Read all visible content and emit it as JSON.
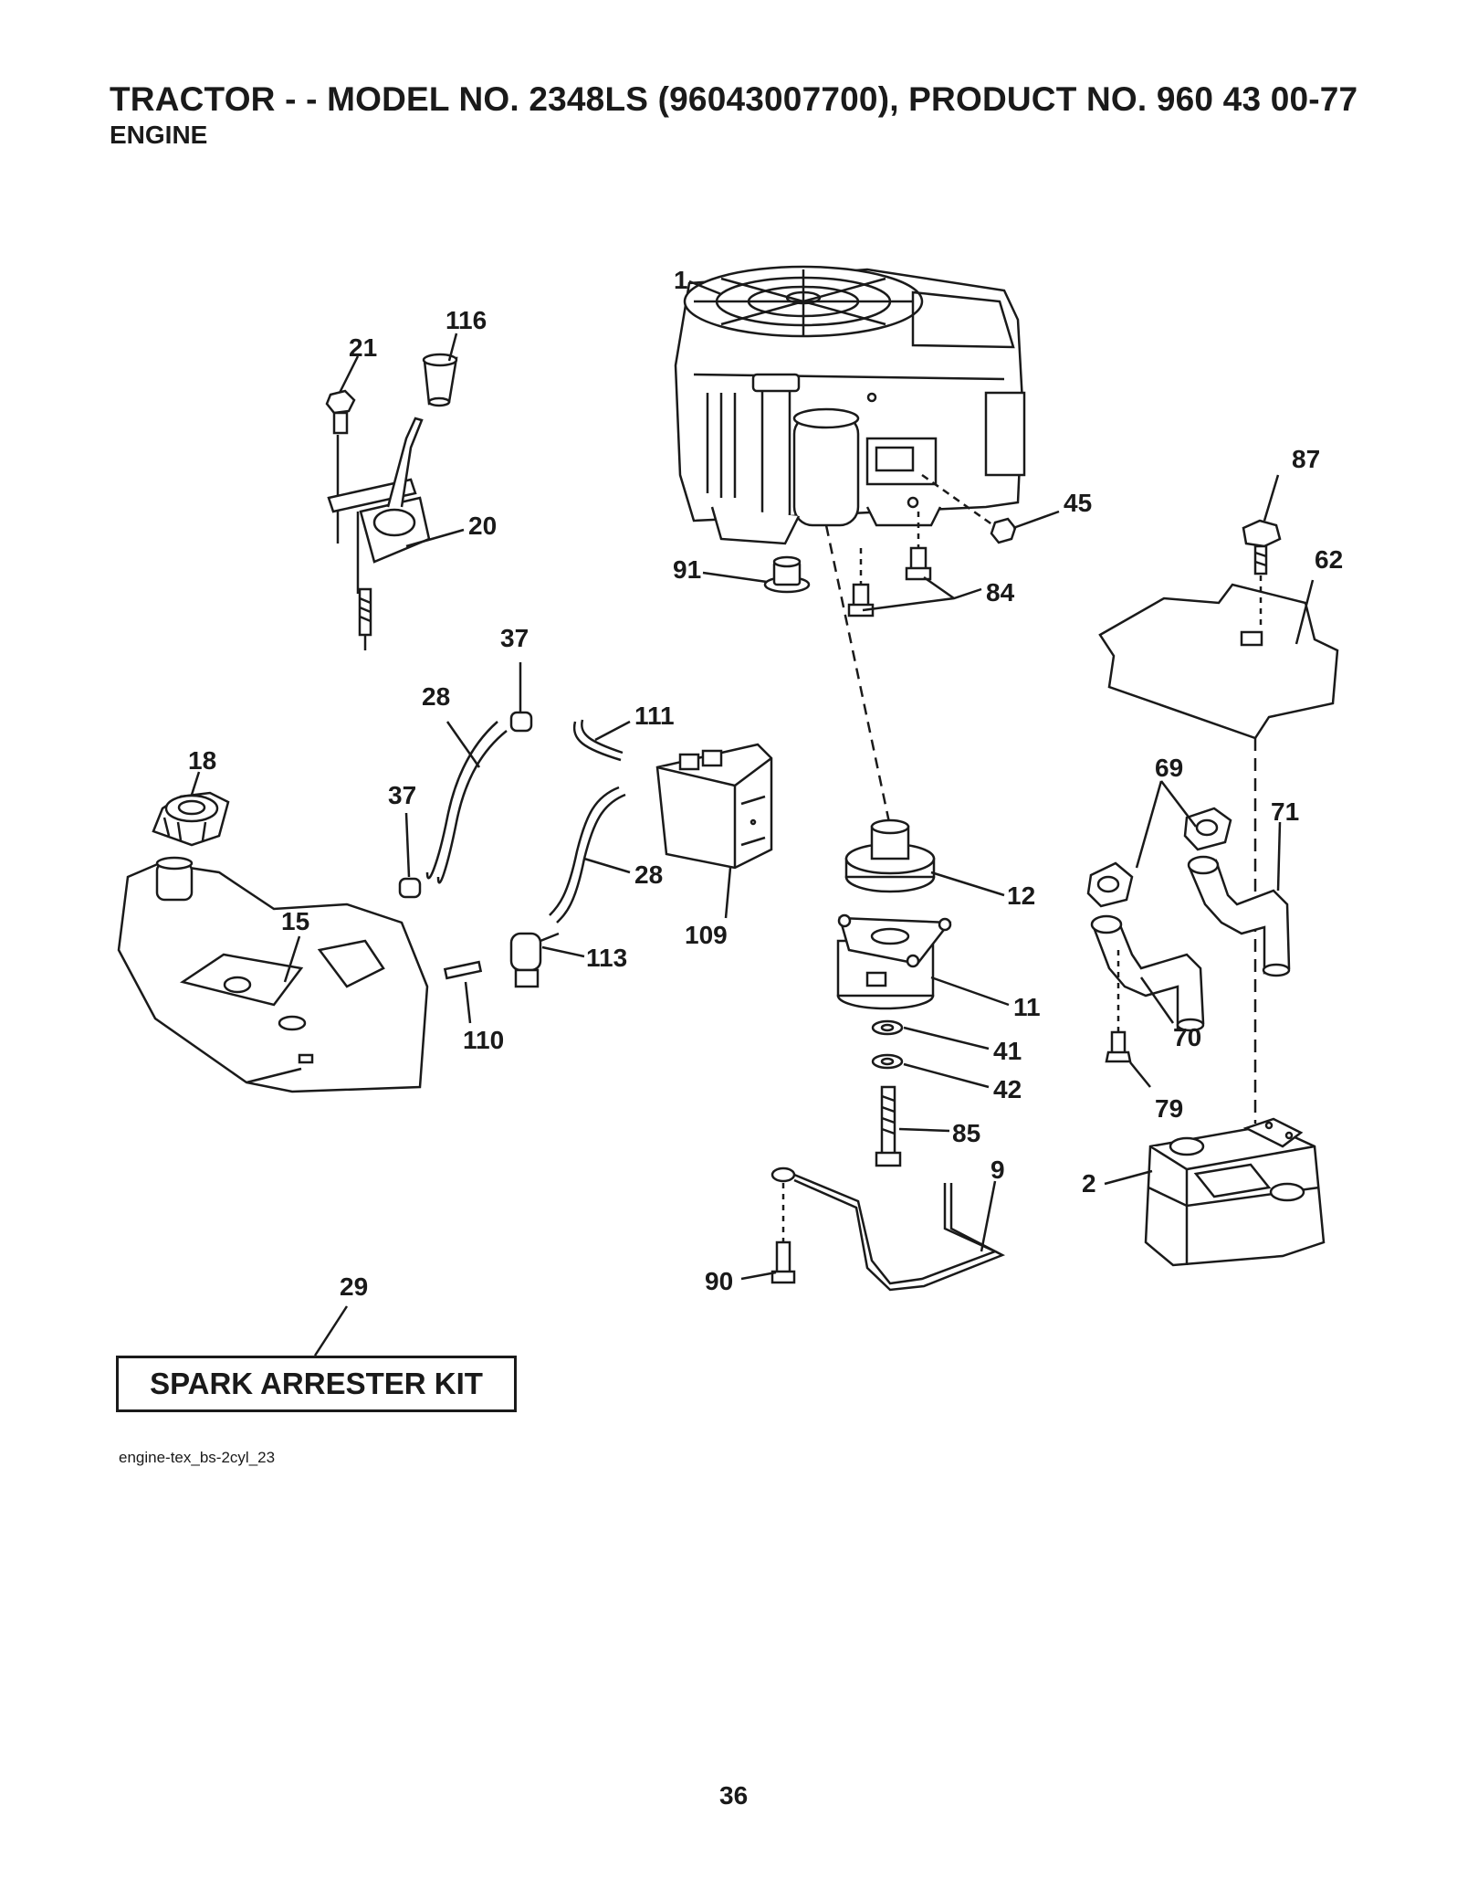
{
  "header": {
    "title": "TRACTOR -  - MODEL NO. 2348LS (96043007700), PRODUCT NO. 960 43 00-77",
    "subtitle": "ENGINE"
  },
  "callouts": {
    "c1": "1",
    "c116": "116",
    "c21": "21",
    "c20": "20",
    "c91": "91",
    "c84": "84",
    "c45": "45",
    "c87": "87",
    "c62": "62",
    "c37a": "37",
    "c28a": "28",
    "c111": "111",
    "c18": "18",
    "c37b": "37",
    "c69": "69",
    "c71": "71",
    "c12": "12",
    "c28b": "28",
    "c109": "109",
    "c15": "15",
    "c113": "113",
    "c11": "11",
    "c110": "110",
    "c70": "70",
    "c41": "41",
    "c42": "42",
    "c79": "79",
    "c85": "85",
    "c9": "9",
    "c2": "2",
    "c29": "29",
    "c90": "90"
  },
  "kit": {
    "label": "SPARK ARRESTER KIT"
  },
  "reference": "engine-tex_bs-2cyl_23",
  "page_number": "36"
}
